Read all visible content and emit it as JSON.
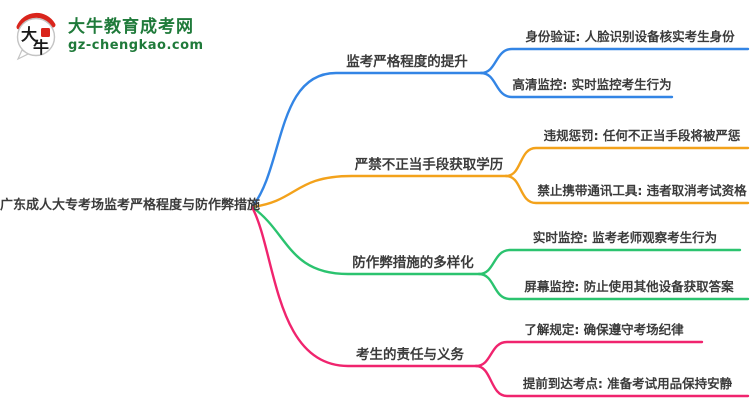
{
  "logo": {
    "icon_text_top": "大",
    "icon_text_bottom": "牛",
    "site_name": "大牛教育成考网",
    "site_domain": "gz-chengkao.com",
    "brand_green": "#1f7a3a",
    "brand_red": "#d9251c"
  },
  "mindmap": {
    "root": {
      "label": "广东成人大专考场监考严格程度与防作弊措施"
    },
    "branches": [
      {
        "label": "监考严格程度的提升",
        "color": "#3385e5",
        "children": [
          "身份验证: 人脸识别设备核实考生身份",
          "高清监控: 实时监控考生行为"
        ]
      },
      {
        "label": "严禁不正当手段获取学历",
        "color": "#f3a21b",
        "children": [
          "违规惩罚: 任何不正当手段将被严惩",
          "禁止携带通讯工具: 违者取消考试资格"
        ]
      },
      {
        "label": "防作弊措施的多样化",
        "color": "#2bc36f",
        "children": [
          "实时监控: 监考老师观察考生行为",
          "屏幕监控: 防止使用其他设备获取答案"
        ]
      },
      {
        "label": "考生的责任与义务",
        "color": "#f0246e",
        "children": [
          "了解规定: 确保遵守考场纪律",
          "提前到达考点: 准备考试用品保持安静"
        ]
      }
    ]
  }
}
